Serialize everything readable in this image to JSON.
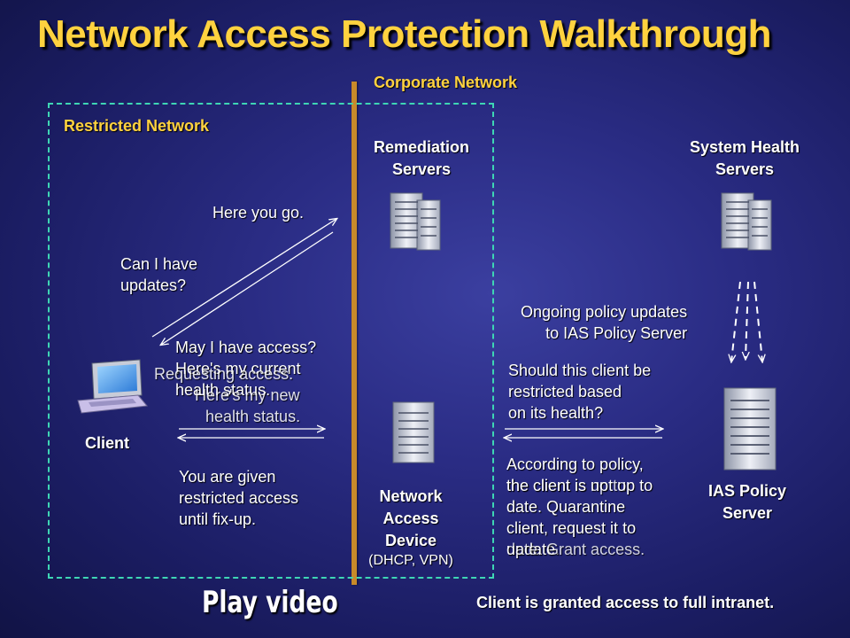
{
  "slide": {
    "title": "Network Access Protection Walkthrough",
    "corporate_network_label": "Corporate Network",
    "restricted_network_label": "Restricted Network",
    "play_video_label": "Play video",
    "footer_text": "Client is granted access to full intranet."
  },
  "nodes": {
    "remediation_line1": "Remediation",
    "remediation_line2": "Servers",
    "system_health_line1": "System Health",
    "system_health_line2": "Servers",
    "client_label": "Client",
    "nad_line1": "Network",
    "nad_line2": "Access",
    "nad_line3": "Device",
    "nad_sub": "(DHCP, VPN)",
    "ias_line1": "IAS Policy",
    "ias_line2": "Server"
  },
  "messages": {
    "here_you_go": "Here you go.",
    "can_i_have_1": "Can I have",
    "can_i_have_2": "updates?",
    "may_i_1": "May I have access?",
    "may_i_2": "Here's my current",
    "may_i_3": "health status.",
    "requesting_1": "Requesting access.",
    "requesting_2": "Here's my new",
    "requesting_3": "health status.",
    "given_1": "You are given",
    "given_2": "restricted access",
    "given_3": "until fix-up.",
    "ongoing_1": "Ongoing policy updates",
    "ongoing_2": "to IAS Policy Server",
    "should_1": "Should this client be",
    "should_2": "restricted based",
    "should_3": "on its health?",
    "according_1": "According to policy,",
    "according_2": "the client is not up to",
    "according_3": "date.  Quarantine",
    "according_4": "client, request it to",
    "according_5": "update.",
    "uptodate_1": "the client is up to",
    "uptodate_2": "date.  Grant access."
  },
  "colors": {
    "title": "#ffd23f",
    "box_border": "#3ed6b4",
    "divider": "#c88a2a"
  }
}
